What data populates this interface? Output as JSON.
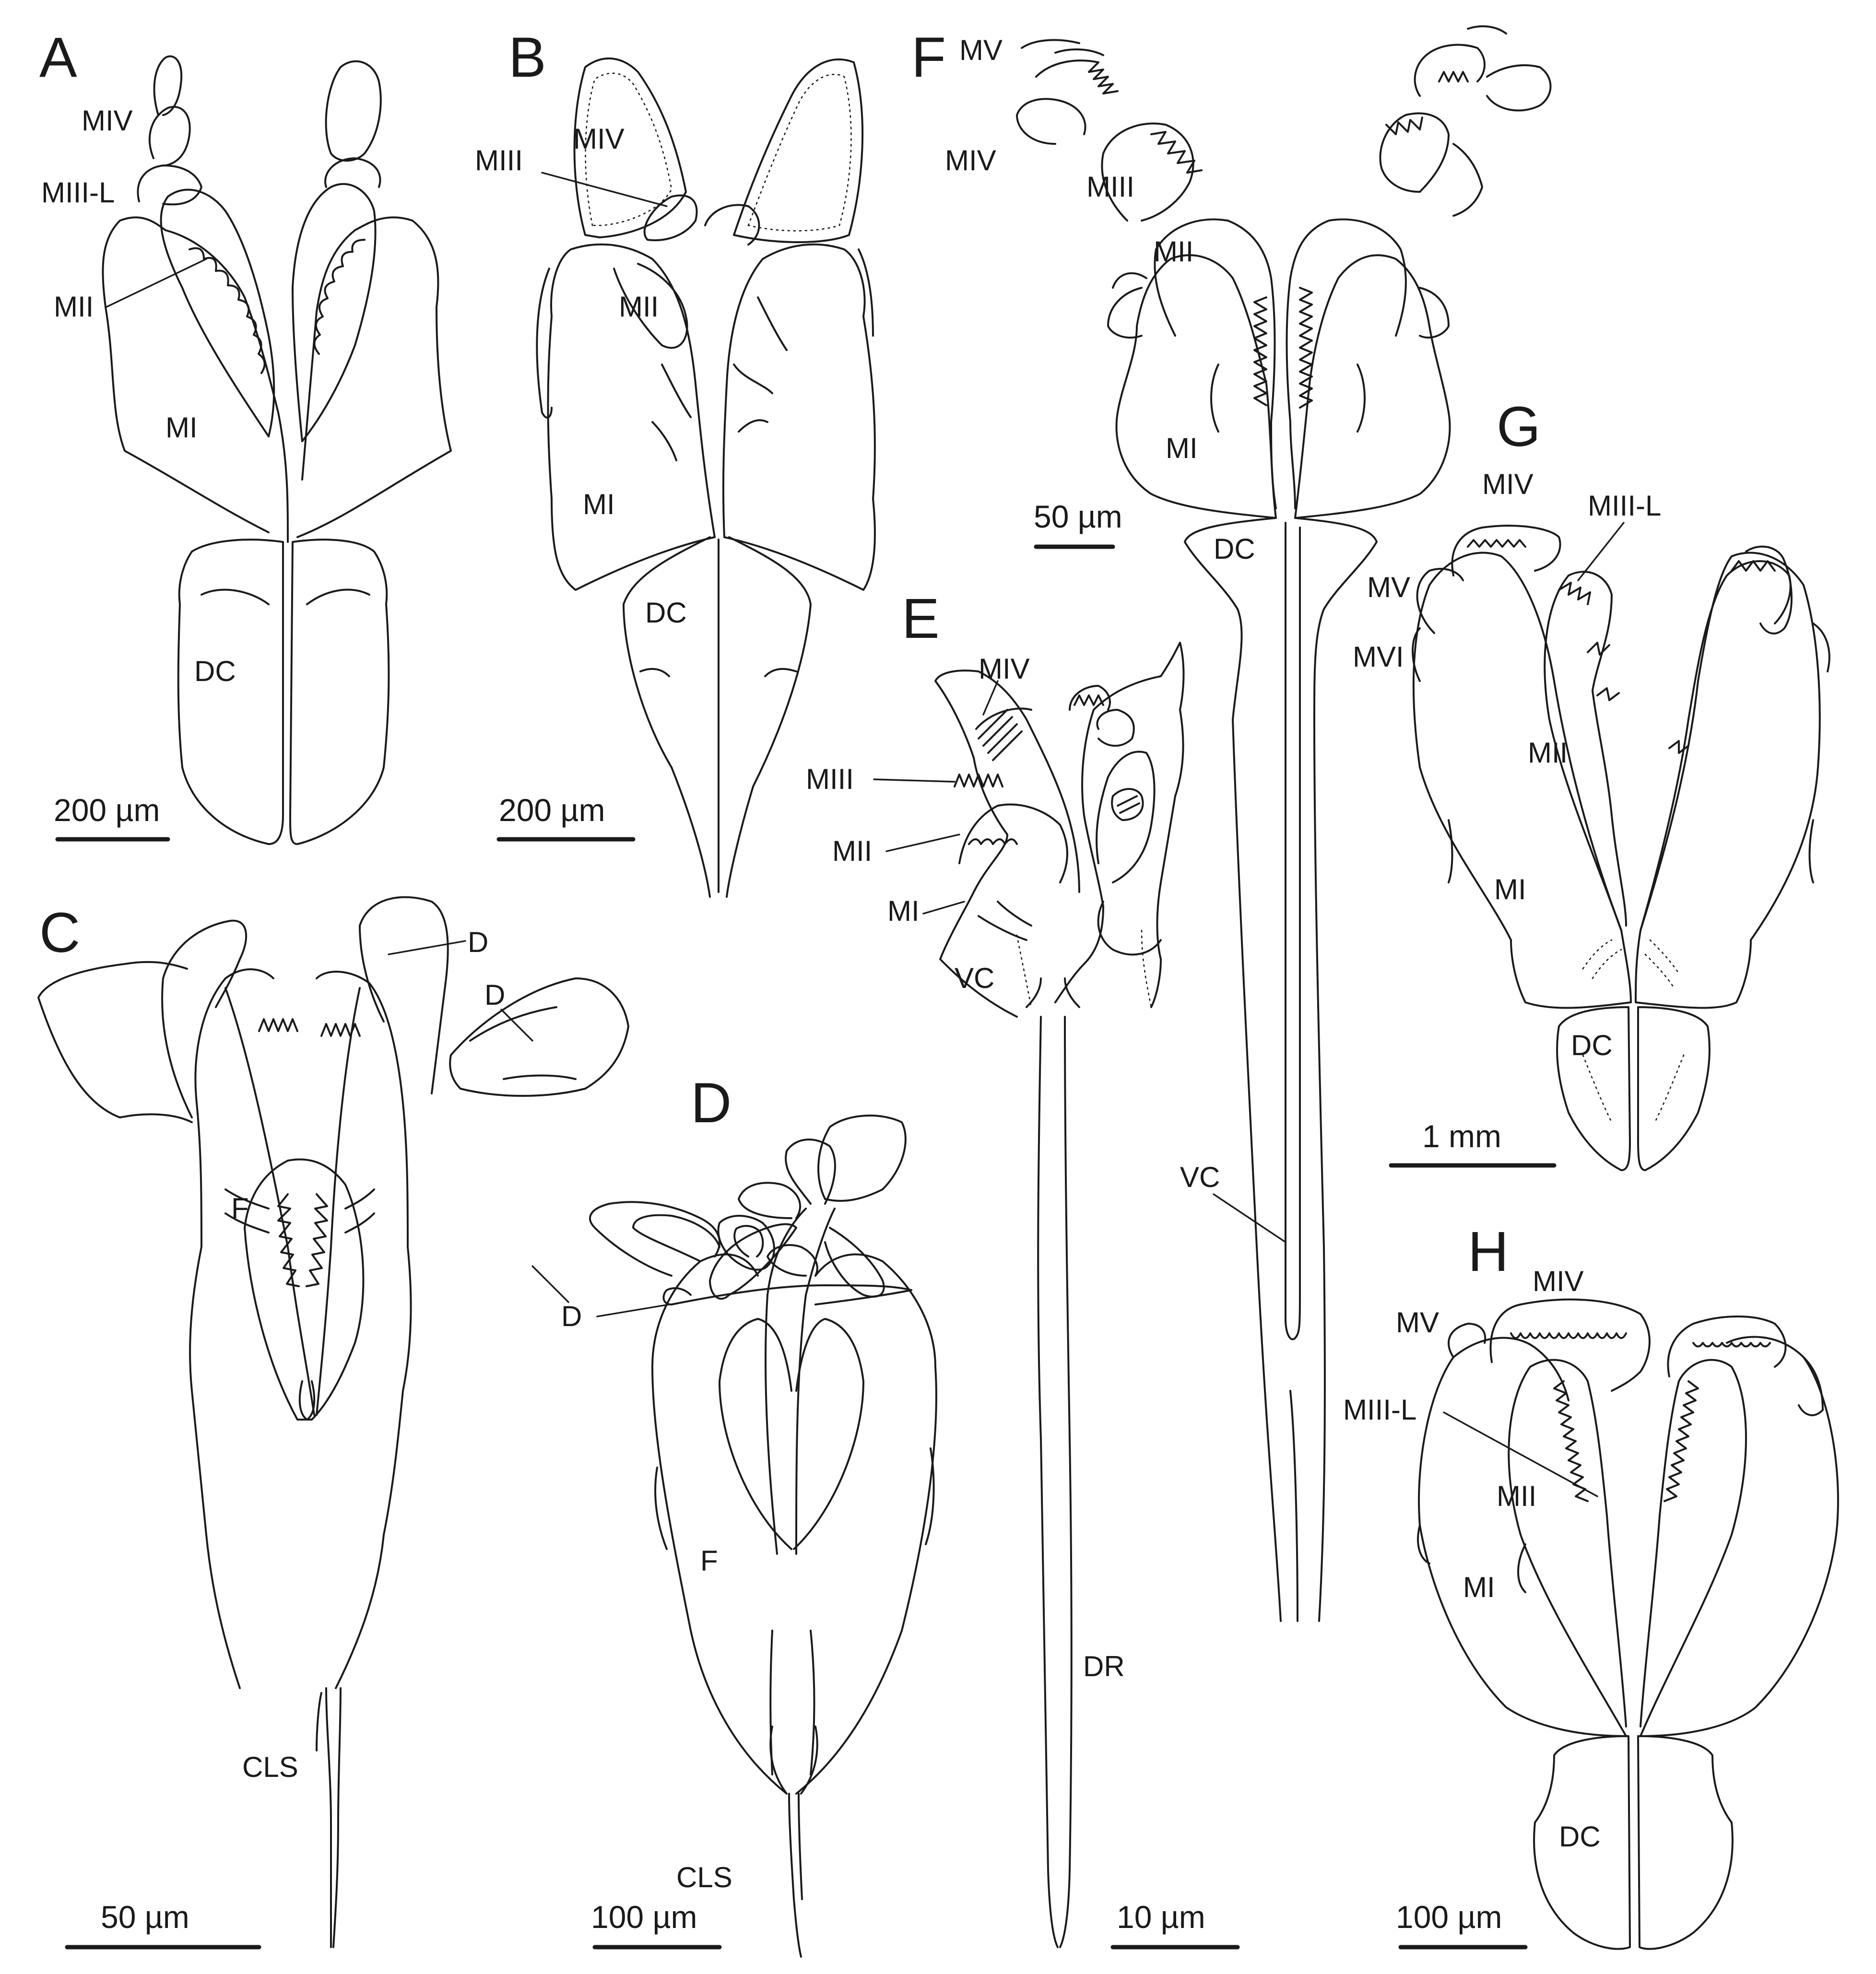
{
  "panels": [
    {
      "letter": "A",
      "scale_bar": "200 µm",
      "labels": [
        "MIV",
        "MIII-L",
        "MII",
        "MI",
        "DC"
      ]
    },
    {
      "letter": "B",
      "scale_bar": "200 µm",
      "labels": [
        "MIII",
        "MIV",
        "MII",
        "MI",
        "DC"
      ]
    },
    {
      "letter": "C",
      "scale_bar": "50 µm",
      "labels": [
        "D",
        "D",
        "F",
        "CLS"
      ]
    },
    {
      "letter": "D",
      "scale_bar": "100 µm",
      "labels": [
        "D",
        "F",
        "CLS"
      ]
    },
    {
      "letter": "E",
      "scale_bar": "10 µm",
      "labels": [
        "MIV",
        "MIII",
        "MII",
        "MI",
        "VC",
        "DR"
      ]
    },
    {
      "letter": "F",
      "scale_bar": "50 µm",
      "labels": [
        "MV",
        "MIV",
        "MIII",
        "MII",
        "MI",
        "DC",
        "VC"
      ]
    },
    {
      "letter": "G",
      "scale_bar": "1 mm",
      "labels": [
        "MIV",
        "MIII-L",
        "MV",
        "MVI",
        "MII",
        "MI",
        "DC"
      ]
    },
    {
      "letter": "H",
      "scale_bar": "100 µm",
      "labels": [
        "MIV",
        "MV",
        "MIII-L",
        "MII",
        "MI",
        "DC"
      ]
    }
  ]
}
